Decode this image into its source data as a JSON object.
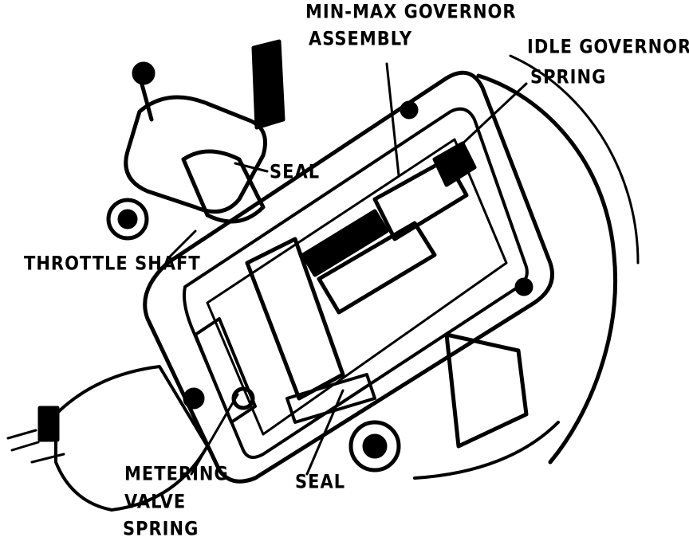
{
  "labels": {
    "min_max_line1": "MIN-MAX GOVERNOR",
    "min_max_line2": "ASSEMBLY",
    "idle_line1": "IDLE GOVERNOR",
    "idle_line2": "SPRING",
    "seal_upper": "SEAL",
    "throttle_shaft": "THROTTLE SHAFT",
    "metering_line1": "METERING",
    "metering_line2": "VALVE",
    "metering_line3": "SPRING",
    "seal_lower": "SEAL"
  },
  "colors": {
    "ink": "#000000",
    "paper": "#ffffff"
  }
}
